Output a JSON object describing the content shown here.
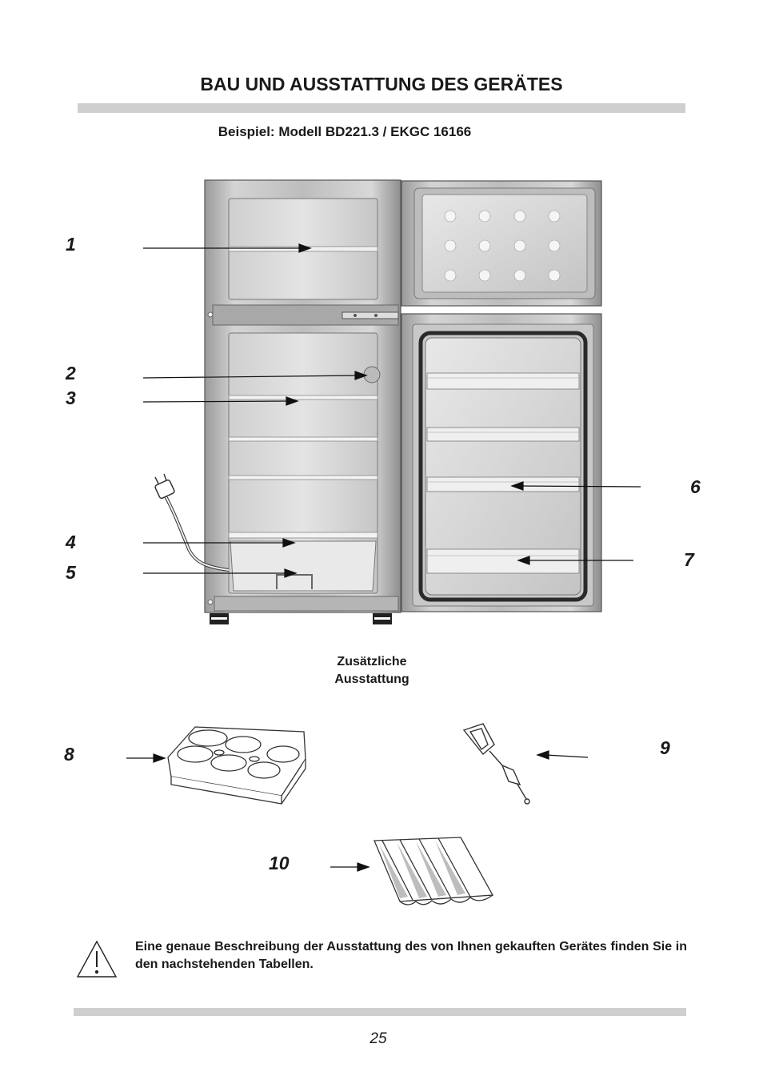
{
  "page": {
    "title": "BAU UND AUSSTATTUNG DES GERÄTES",
    "subtitle": "Beispiel: Modell BD221.3 / EKGC 16166",
    "extra_heading_line1": "Zusätzliche",
    "extra_heading_line2": "Ausstattung",
    "note": "Eine genaue Beschreibung der Ausstattung des von Ihnen gekauften Gerätes finden Sie in den nachstehenden Tabellen.",
    "page_number": "25"
  },
  "callouts": [
    "1",
    "2",
    "3",
    "4",
    "5",
    "6",
    "7",
    "8",
    "9",
    "10"
  ],
  "icons": {
    "warning": "warning-triangle-icon",
    "fridge": "fridge-illustration",
    "egg_tray": "egg-tray-illustration",
    "ice_scraper": "ice-scraper-illustration",
    "bottle_rack": "bottle-rack-illustration"
  },
  "colors": {
    "rule_bar": "#cfcfcf",
    "text": "#1a1a1a"
  }
}
